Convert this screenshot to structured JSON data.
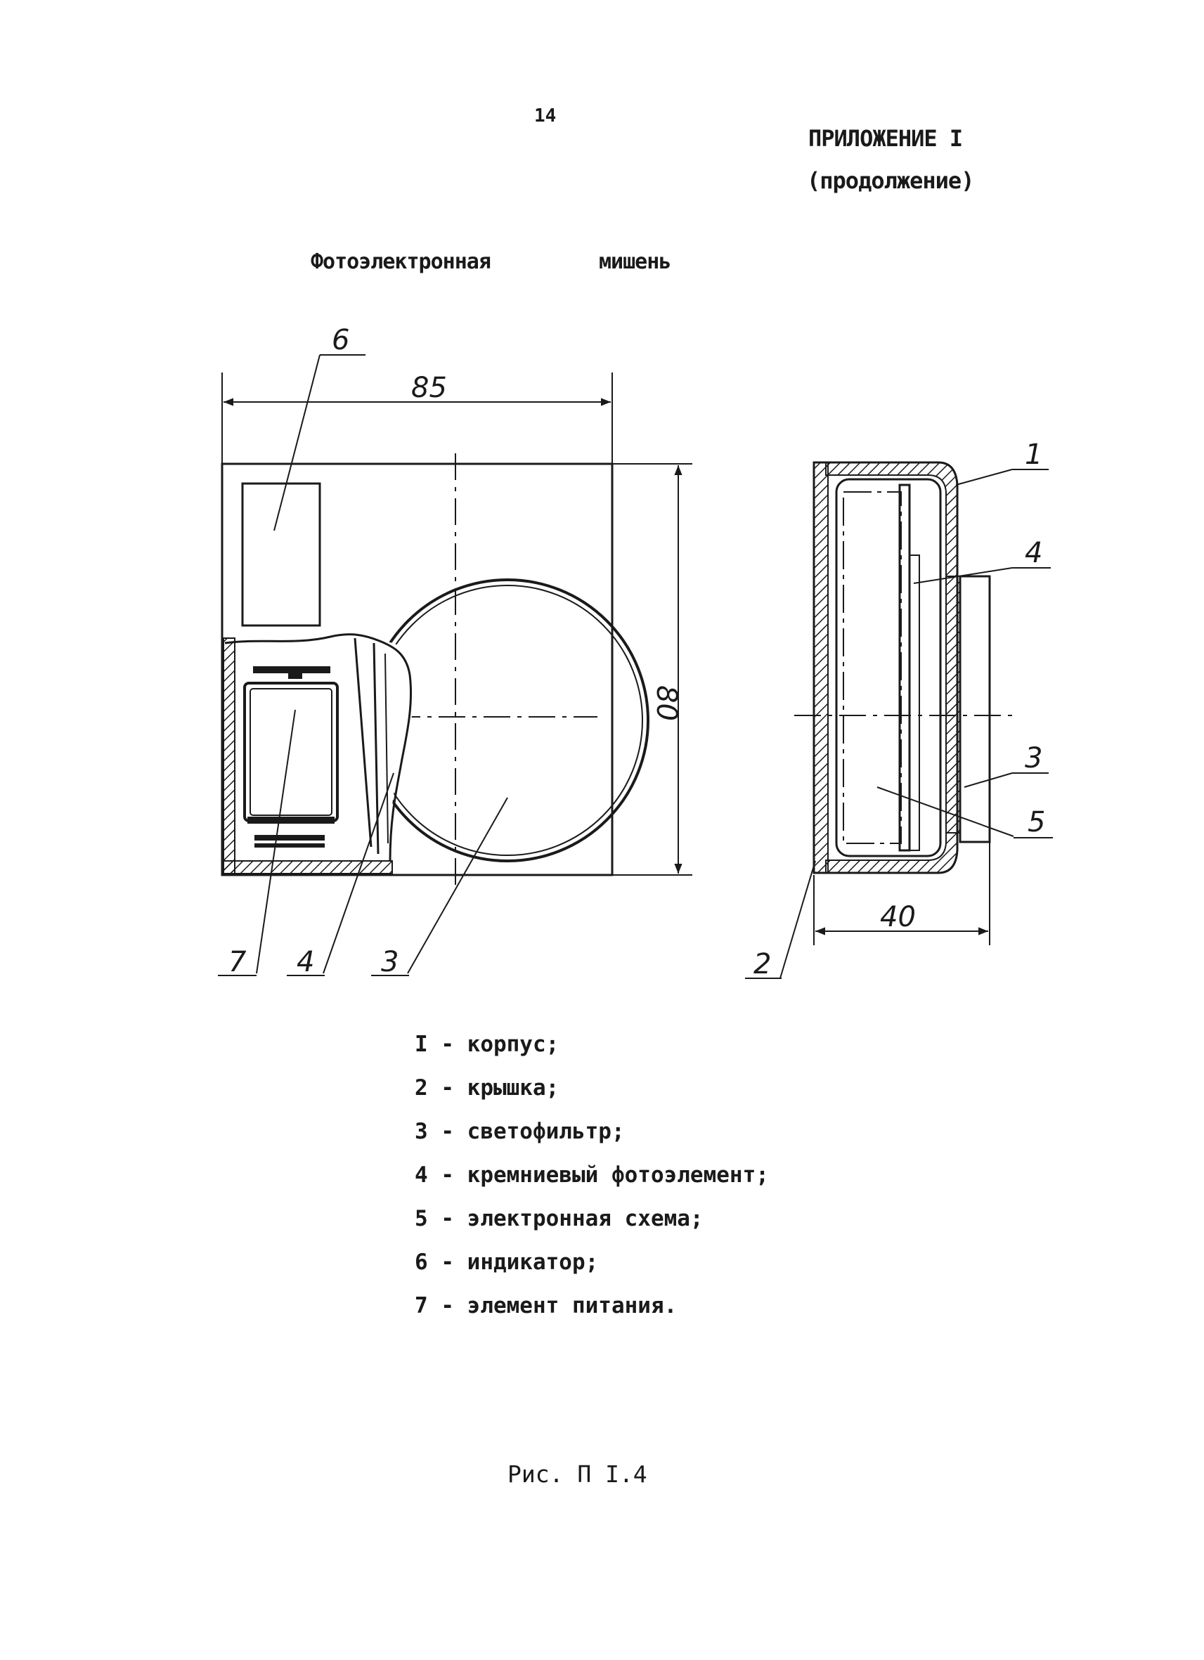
{
  "page": {
    "number": "14",
    "appendix_title": "ПРИЛОЖЕНИЕ I",
    "appendix_subtitle": "(продолжение)",
    "figure_title_word1": "Фотоэлектронная",
    "figure_title_word2": "мишень",
    "caption": "Рис. П I.4"
  },
  "drawing": {
    "dimensions": {
      "width": "85",
      "height": "80",
      "depth": "40"
    },
    "callouts": {
      "front_6": "6",
      "front_7": "7",
      "front_4": "4",
      "front_3": "3",
      "side_1": "1",
      "side_4": "4",
      "side_3": "3",
      "side_5": "5",
      "side_2": "2"
    }
  },
  "legend": [
    "I - корпус;",
    "2 - крышка;",
    "3 - светофильтр;",
    "4 - кремниевый фотоэлемент;",
    "5 - электронная схема;",
    "6 - индикатор;",
    "7 - элемент питания."
  ]
}
